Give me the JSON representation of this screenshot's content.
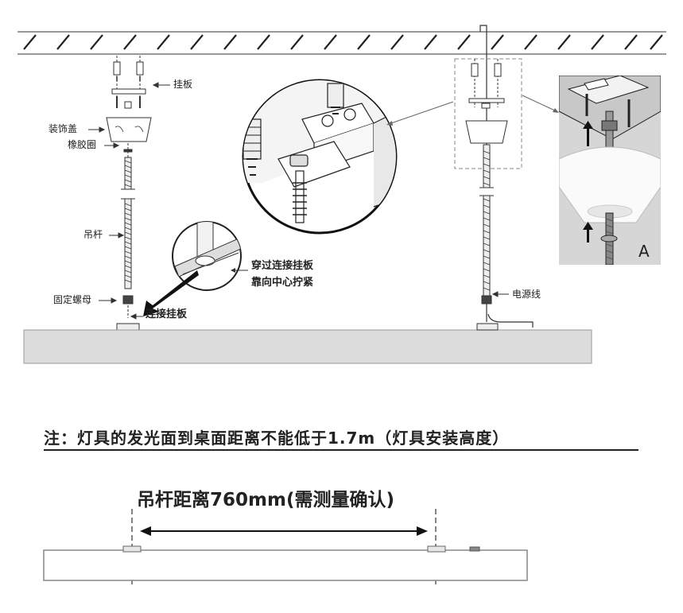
{
  "labels": {
    "hanging_plate": "挂板",
    "decorative_cover": "装饰盖",
    "rubber_ring": "橡胶圈",
    "suspension_rod": "吊杆",
    "fixing_nut": "固定螺母",
    "connecting_plate": "连接挂板",
    "through_plate_line1": "穿过连接挂板",
    "through_plate_line2": "靠向中心拧紧",
    "power_wire": "电源线",
    "detail_letter": "A"
  },
  "note": "注：灯具的发光面到桌面距离不能低于1.7m（灯具安装高度）",
  "rod_distance": "吊杆距离760mm(需测量确认)",
  "colors": {
    "line": "#222222",
    "ceiling_hatch": "#333333",
    "fixture_fill": "#dcdcdc",
    "fixture_stroke": "#999999",
    "detail_bg": "#d9d9d9",
    "dashed_box": "#888888"
  }
}
